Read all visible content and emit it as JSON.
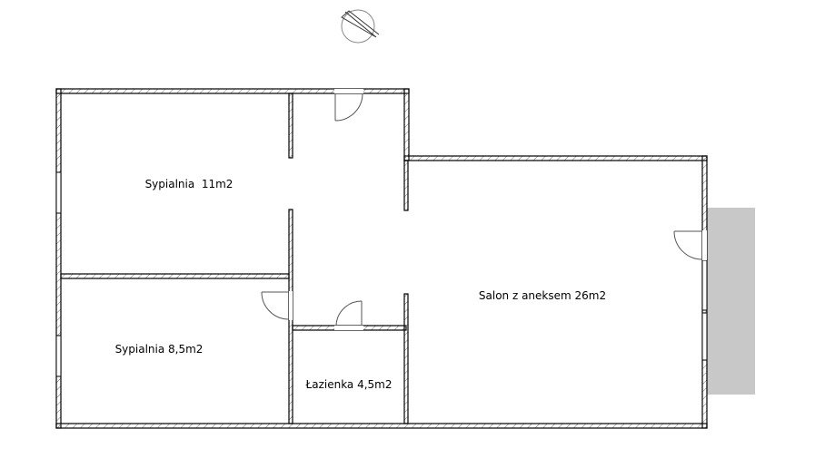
{
  "rooms": [
    {
      "label": "Sypialnia  11m2"
    },
    {
      "label": "Sypialnia 8,5m2"
    },
    {
      "label": "Łazienka 4,5m2"
    },
    {
      "label": "Salon z aneksem 26m2"
    }
  ],
  "colors": {
    "wall": "#000000",
    "balcony": "#c8c8c8",
    "door": "#555555"
  },
  "compass": "compass-icon"
}
